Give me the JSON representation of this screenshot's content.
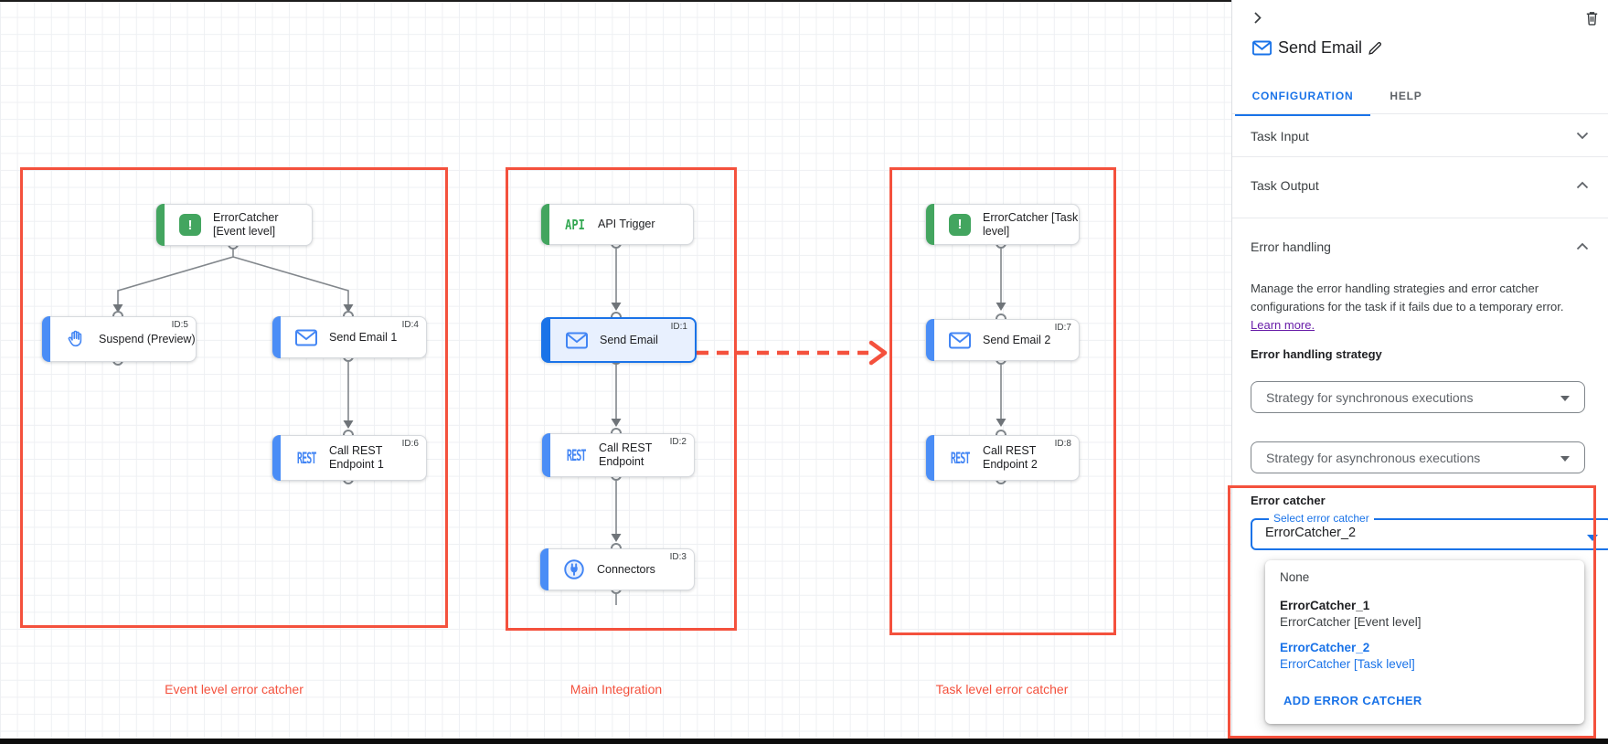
{
  "panel": {
    "title": "Send Email",
    "tabs": {
      "configuration": "CONFIGURATION",
      "help": "HELP"
    },
    "sections": {
      "task_input": "Task Input",
      "task_output": "Task Output",
      "error_handling": "Error handling"
    },
    "error_handling": {
      "description": "Manage the error handling strategies and error catcher configurations for the task if it fails due to a temporary error.",
      "learn_more": "Learn more.",
      "strategy_label": "Error handling strategy",
      "sync_dropdown": "Strategy for synchronous executions",
      "async_dropdown": "Strategy for asynchronous executions",
      "error_catcher_label": "Error catcher",
      "select_label": "Select error catcher",
      "select_value": "ErrorCatcher_2",
      "menu": {
        "none": "None",
        "option1": {
          "name": "ErrorCatcher_1",
          "desc": "ErrorCatcher [Event level]"
        },
        "option2": {
          "name": "ErrorCatcher_2",
          "desc": "ErrorCatcher [Task level]"
        },
        "add": "ADD ERROR CATCHER"
      }
    }
  },
  "canvas": {
    "nodes": {
      "ec_event": {
        "label": "ErrorCatcher [Event level]",
        "icon": "error-badge-icon"
      },
      "suspend": {
        "label": "Suspend (Preview)",
        "id": "ID:5",
        "icon": "hand-icon"
      },
      "send_email_1": {
        "label": "Send Email 1",
        "id": "ID:4",
        "icon": "envelope-icon"
      },
      "call_rest_1": {
        "label": "Call REST Endpoint 1",
        "id": "ID:6",
        "icon": "rest-text-icon"
      },
      "api_trigger": {
        "label": "API Trigger",
        "icon": "api-text-icon"
      },
      "send_email": {
        "label": "Send Email",
        "id": "ID:1",
        "icon": "envelope-icon"
      },
      "call_rest": {
        "label": "Call REST Endpoint",
        "id": "ID:2",
        "icon": "rest-text-icon"
      },
      "connectors": {
        "label": "Connectors",
        "id": "ID:3",
        "icon": "plug-circle-icon"
      },
      "ec_task": {
        "label": "ErrorCatcher [Task level]",
        "icon": "error-badge-icon"
      },
      "send_email_2": {
        "label": "Send Email 2",
        "id": "ID:7",
        "icon": "envelope-icon"
      },
      "call_rest_2": {
        "label": "Call REST Endpoint 2",
        "id": "ID:8",
        "icon": "rest-text-icon"
      }
    },
    "annotations": {
      "left": "Event level error catcher",
      "middle": "Main Integration",
      "right": "Task level error catcher"
    }
  },
  "icons": {
    "collapse": "chevron-right",
    "delete": "trash-can",
    "title": "envelope",
    "edit": "pencil",
    "expand_more": "chevron-down",
    "expand_less": "chevron-up",
    "dropdown": "caret-down"
  },
  "colors": {
    "selection_blue": "#1a73e8",
    "node_blue": "#4285f4",
    "node_green": "#43a55f",
    "error_dot_red": "#e23325",
    "highlight_red": "#f4513d",
    "link_purple": "#681da8"
  }
}
